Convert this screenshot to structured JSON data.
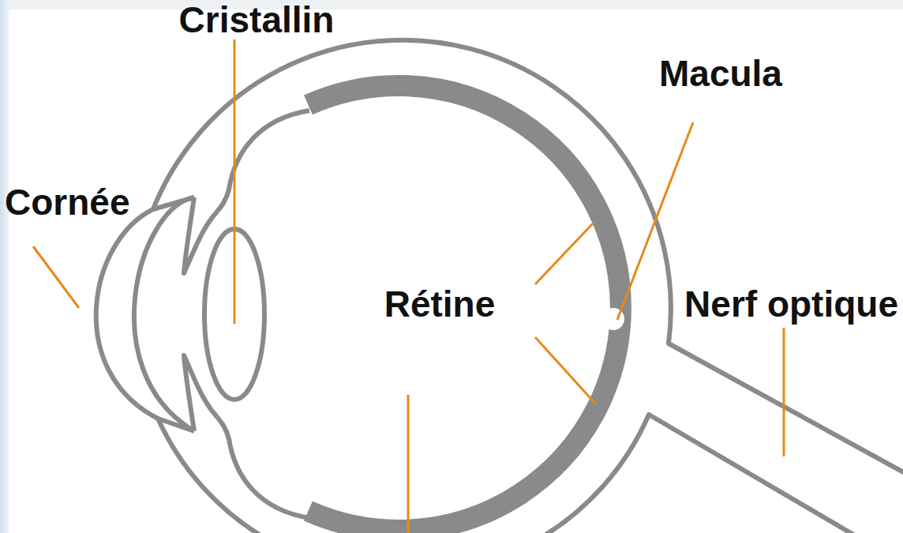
{
  "diagram": {
    "labels": [
      "Cristallin",
      "Macula",
      "Cornée",
      "Rétine",
      "Nerf optique"
    ]
  }
}
